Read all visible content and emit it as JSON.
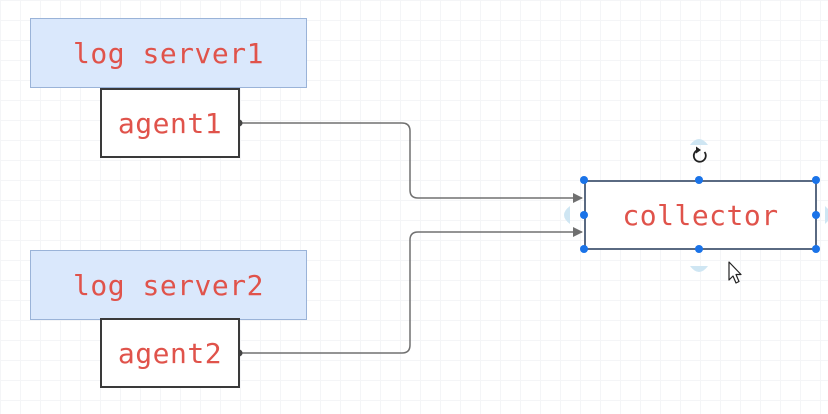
{
  "nodes": {
    "server1": "log server1",
    "agent1": "agent1",
    "server2": "log server2",
    "agent2": "agent2",
    "collector": "collector"
  },
  "colors": {
    "label_text": "#e0534b",
    "server_fill": "#dae8fc",
    "selection_handle": "#1a73e8",
    "connector": "#707070"
  },
  "icons": {
    "rotate": "rotate-icon",
    "cursor": "mouse-pointer-icon"
  }
}
